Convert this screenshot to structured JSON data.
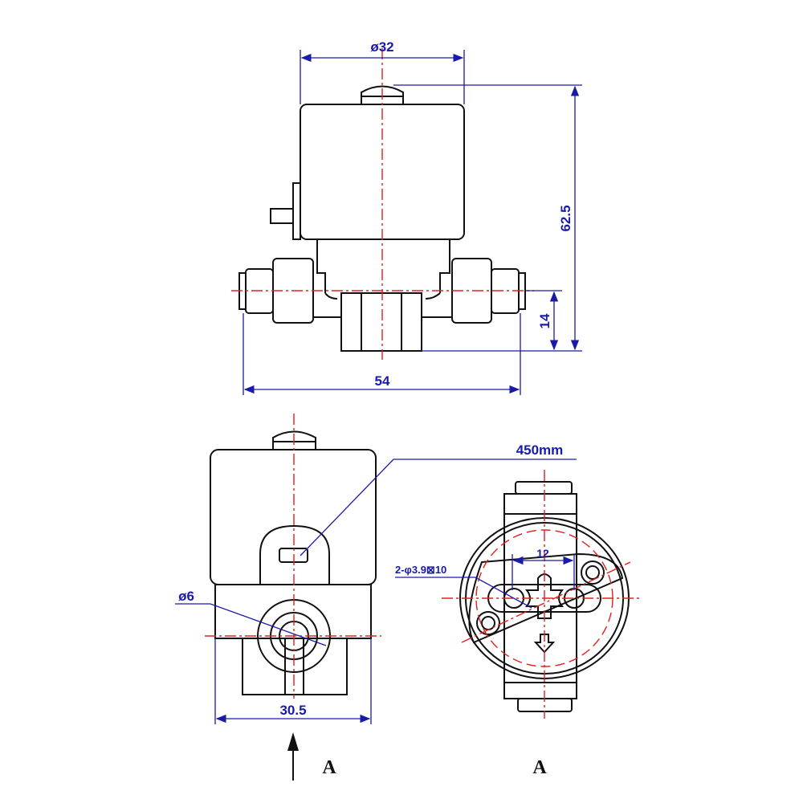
{
  "dimensions": {
    "coil_diameter": "ø32",
    "overall_height": "62.5",
    "port_height": "14",
    "overall_width": "54",
    "cable_length": "450mm",
    "port_diameter": "ø6",
    "body_width": "30.5",
    "hole_spacing": "12",
    "mounting_holes": "2-φ3.9⊠10"
  },
  "view_labels": {
    "arrow_label": "A",
    "view_title": "A"
  },
  "colors": {
    "outline": "#111111",
    "centerline": "#e02020",
    "dimension": "#1a1aa8"
  }
}
